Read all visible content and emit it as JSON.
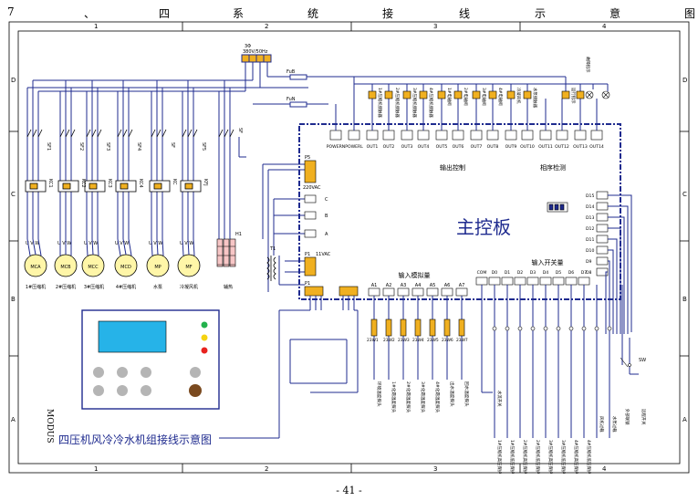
{
  "header": {
    "chars": [
      "7",
      "、",
      "四",
      "系",
      "统",
      "接",
      "线",
      "示",
      "意",
      "图"
    ]
  },
  "frame": {
    "col_numbers": [
      "1",
      "2",
      "3",
      "4"
    ],
    "row_letters": [
      "D",
      "C",
      "B",
      "A"
    ]
  },
  "page_number": "- 41 -",
  "supply": {
    "label": "3Φ",
    "spec": "380V/50Hz",
    "fuse_a": "FuB",
    "fuse_b": "FuN"
  },
  "breaker_labels": [
    "SF1",
    "SF2",
    "SF3",
    "SF4",
    "SF",
    "SF5",
    "SF"
  ],
  "contactor_labels": [
    "KC1",
    "KC2",
    "KC3",
    "KC4",
    "KC",
    "KFJ"
  ],
  "uvw": "U V W",
  "motors": [
    {
      "symbol": "MCA",
      "caption": "1#压缩机"
    },
    {
      "symbol": "MCB",
      "caption": "2#压缩机"
    },
    {
      "symbol": "MCC",
      "caption": "3#压缩机"
    },
    {
      "symbol": "MCD",
      "caption": "4#压缩机"
    },
    {
      "symbol": "MP",
      "caption": "水泵"
    },
    {
      "symbol": "MF",
      "caption": "冷凝风机"
    }
  ],
  "heater": {
    "label": "H1",
    "caption": "辅热"
  },
  "transformer": "T1",
  "power_block": {
    "p5": "P5",
    "v220": "220VAC",
    "p1": "P1",
    "v11": "11VAC",
    "terminals": [
      "C",
      "B",
      "A"
    ]
  },
  "controller": {
    "title": "主控板",
    "output_control": "输出控制",
    "phase_detect": "相序检测",
    "input_analog": "输入模拟量",
    "input_switch": "输入开关量",
    "p1": "P1"
  },
  "outputs": [
    "POWERN",
    "POWERL",
    "OUT1",
    "OUT2",
    "OUT3",
    "OUT4",
    "OUT5",
    "OUT6",
    "OUT7",
    "OUT8",
    "OUT9",
    "OUT10",
    "OUT11",
    "OUT12",
    "OUT13",
    "OUT14"
  ],
  "output_loads": [
    "1#压缩机接触器",
    "2#压缩机接触器",
    "3#压缩机接触器",
    "4#压缩机接触器",
    "1#电磁阀",
    "2#电磁阀",
    "3#电磁阀",
    "4#电磁阀",
    "冷凝风机",
    "水泵接触器",
    "运行指示",
    "故障指示"
  ],
  "side_inputs": [
    "D15",
    "D14",
    "D13",
    "D12",
    "D11",
    "D10",
    "D9",
    "D8"
  ],
  "analog_inputs": [
    "A1",
    "A2",
    "A3",
    "A4",
    "A5",
    "A6",
    "A7"
  ],
  "switch_inputs": [
    "COM",
    "D0",
    "D1",
    "D2",
    "D3",
    "D4",
    "D5",
    "D6",
    "D7"
  ],
  "sensors": [
    "23W1",
    "23W2",
    "23W3",
    "23W4",
    "23W5",
    "23W6",
    "23W7"
  ],
  "sensor_captions": [
    "环境温度探头",
    "1#化霜温度探头",
    "2#化霜温度探头",
    "3#化霜温度探头",
    "4#化霜温度探头",
    "出水温度探头",
    "回水温度探头"
  ],
  "switch_label": "SW",
  "switch_captions": [
    "水流开关",
    "1#压缩机高压保护",
    "1#压缩机低压保护",
    "2#压缩机高压保护",
    "2#压缩机低压保护",
    "3#压缩机高压保护",
    "3#压缩机低压保护",
    "4#压缩机高压保护",
    "4#压缩机低压保护",
    "风机过载",
    "水泵过载",
    "外部联锁",
    "远程开关"
  ],
  "model": "MODUS",
  "diagram_title": "四压机风冷冷水机组接线示意图",
  "colors": {
    "line": "#1f2b8f",
    "frame": "#000000",
    "led_green": "#22b14c",
    "led_yellow": "#f5d311",
    "led_red": "#e8231f",
    "display": "#26b3e8",
    "knob": "#b5b5b5",
    "knob_brown": "#7a4a1f",
    "relay": "#f0b020"
  }
}
